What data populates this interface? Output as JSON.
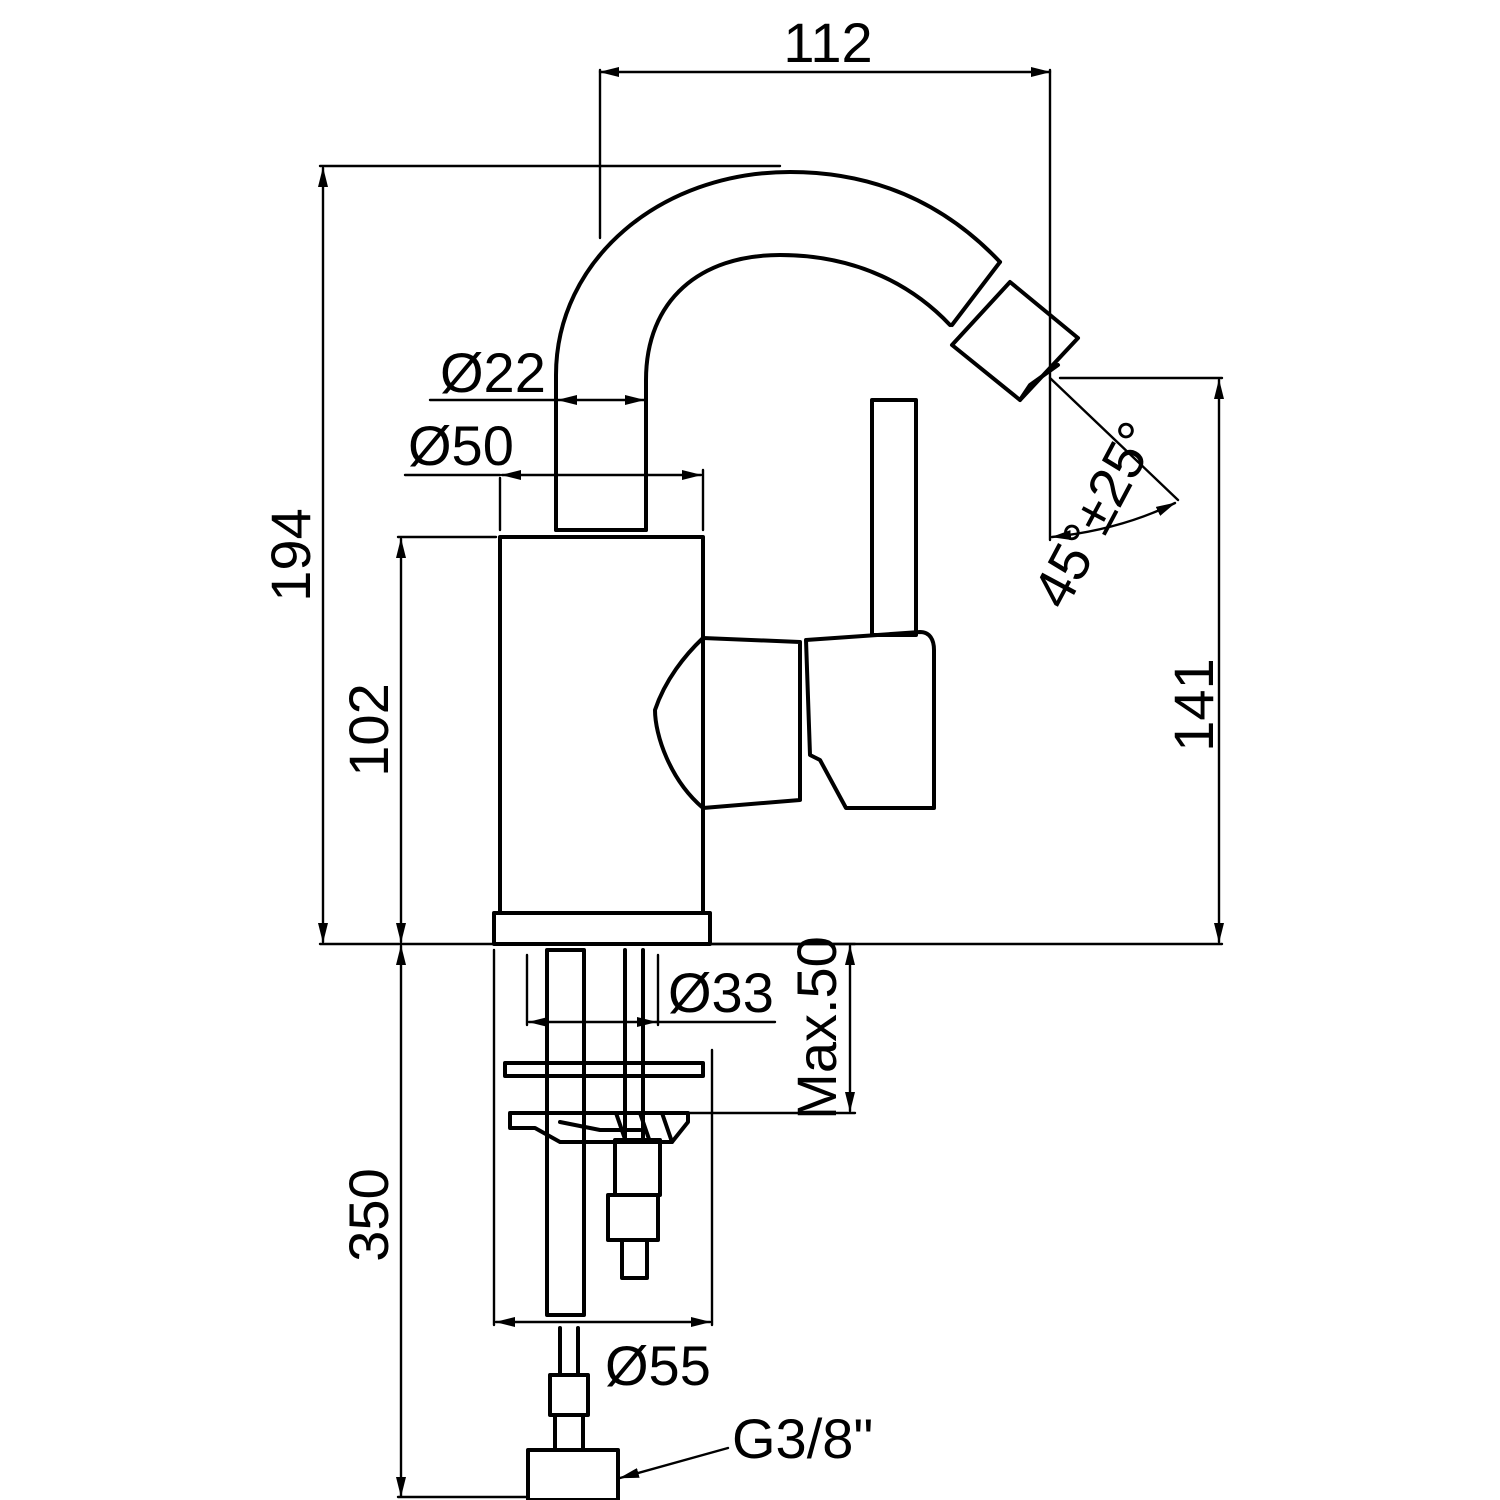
{
  "colors": {
    "stroke": "#000000",
    "background": "#ffffff"
  },
  "dimensions": {
    "top_width": "112",
    "total_height": "194",
    "spout_diameter": "Ø22",
    "body_diameter": "Ø50",
    "body_height": "102",
    "outlet_height": "141",
    "outlet_angle": "45°±25°",
    "hole_diameter": "Ø33",
    "max_thickness": "Max.50",
    "hose_length": "350",
    "base_diameter": "Ø55",
    "thread": "G3/8\""
  }
}
